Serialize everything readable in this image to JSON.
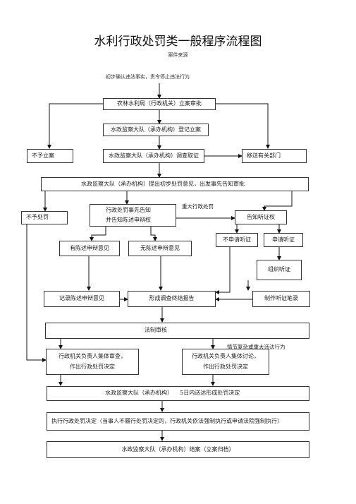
{
  "title": "水利行政处罚类一般程序流程图",
  "subtitle": "案件来源",
  "note": "初步确认违法事实，责令停止违法行为",
  "boxes": {
    "filing_review": "农林水利局（行政机关）立案审批",
    "register": "水政监察大队（承办机构）登记立案",
    "no_filing": "不予立案",
    "investigate": "水政监察大队（承办机构）调查取证",
    "transfer": "移送有关部门",
    "preliminary": "水政监察大队（承办机构）提出初步处罚意见，出发事先告知审批",
    "no_penalty": "不予处罚",
    "notice_line1": "行政处罚事先告知",
    "notice_line2": "并告知陈述申辩权",
    "hearing_notice": "告知听证权",
    "no_hearing": "不申请听证",
    "apply_hearing": "申请听证",
    "has_defense": "有陈述申辩意见",
    "no_defense": "无陈述申辩意见",
    "organize_hearing": "组织听证",
    "record_defense": "记录陈述申辩意见",
    "final_report": "形成调查终结报告",
    "hearing_record": "制作听证笔录",
    "legal_review": "法制审核",
    "collective_review_line1": "行政机关负责人集体审查，",
    "collective_review_line2": "作出行政处罚决定",
    "collective_discuss_line1": "行政机关负责人集体讨论，",
    "collective_discuss_line2": "作出行政处罚决定",
    "deliver": "水政监察大队（承办机构）    5日内送达形成处罚决定",
    "execute": "执行行政处罚决定（当事人不履行处罚决定的，行政机关依法强制执行或申请法院强制执行）",
    "close": "水政监察大队（承办机构）结案（立案归档）"
  },
  "labels": {
    "major_case": "重大行政处罚",
    "complex_case": "情节复杂或重大违法行为"
  }
}
